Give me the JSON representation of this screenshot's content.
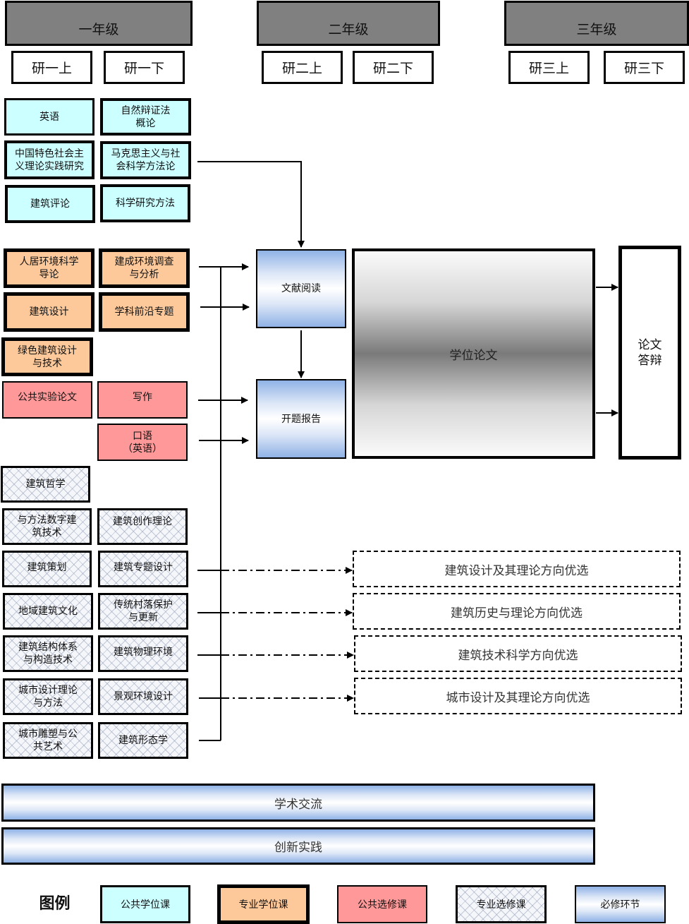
{
  "years": [
    {
      "label": "一年级",
      "semesters": [
        "研一上",
        "研一下"
      ]
    },
    {
      "label": "二年级",
      "semesters": [
        "研二上",
        "研二下"
      ]
    },
    {
      "label": "三年级",
      "semesters": [
        "研三上",
        "研三下"
      ]
    }
  ],
  "public_degree_courses": [
    "英语",
    "自然辩证法\n概论",
    "中国特色社会主\n义理论实践研究",
    "马克思主义与社\n会科学方法论",
    "建筑评论",
    "科学研究方法"
  ],
  "professional_degree_courses": [
    "人居环境科学\n导论",
    "建成环境调查\n与分析",
    "建筑设计",
    "学科前沿专题",
    "绿色建筑设计\n与技术"
  ],
  "public_elective_courses": [
    "公共实验论文",
    "写作",
    "口语\n（英语）"
  ],
  "professional_elective_courses": [
    "建筑哲学",
    "与方法数字建\n筑技术",
    "建筑创作理论",
    "建筑策划",
    "建筑专题设计",
    "地域建筑文化",
    "传统村落保护\n与更新",
    "建筑结构体系\n与构造技术",
    "建筑物理环境",
    "城市设计理论\n与方法",
    "景观环境设计",
    "城市雕塑与公\n共艺术",
    "建筑形态学"
  ],
  "required_steps": {
    "literature_reading": "文献阅读",
    "proposal_report": "开题报告",
    "thesis": "学位论文",
    "defense": "论文\n答辩"
  },
  "elective_tracks": [
    "建筑设计及其理论方向优选",
    "建筑历史与理论方向优选",
    "建筑技术科学方向优选",
    "城市设计及其理论方向优选"
  ],
  "bottom_bars": [
    "学术交流",
    "创新实践"
  ],
  "legend": {
    "title": "图例",
    "items": [
      {
        "label": "公共学位课",
        "color": "#ccffff"
      },
      {
        "label": "专业学位课",
        "color": "#fdc99a"
      },
      {
        "label": "公共选修课",
        "color": "#ff9999"
      },
      {
        "label": "专业选修课",
        "color": "#f4f6fa"
      },
      {
        "label": "必修环节",
        "color": "#8fb2e6"
      }
    ]
  }
}
